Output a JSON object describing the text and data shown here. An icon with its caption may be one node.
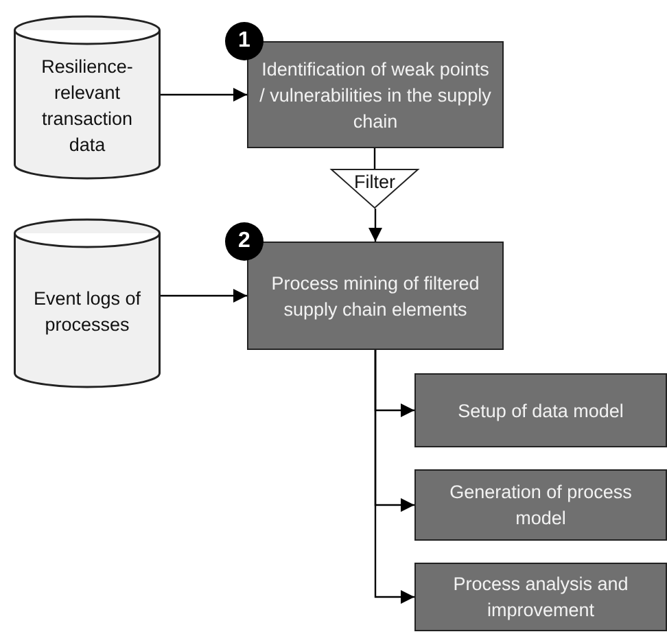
{
  "diagram": {
    "nodes": [
      {
        "text": [
          "Resilience-relevant transaction data"
        ]
      },
      {
        "text": [
          "Identification of weak points / vulnerabilities in the supply chain"
        ]
      },
      {
        "text": [
          "Filter"
        ]
      },
      {
        "text": [
          "Event logs of processes"
        ]
      },
      {
        "text": [
          "Process mining of filtered supply chain elements"
        ]
      },
      {
        "text": [
          "Setup of data model"
        ]
      },
      {
        "text": [
          "Generation of process model"
        ]
      },
      {
        "text": [
          "Process analysis and improvement"
        ]
      }
    ],
    "edges": [
      {
        "from": 0,
        "to": 1,
        "arrow": "to"
      },
      {
        "from": 1,
        "to": 2,
        "arrow": "none"
      },
      {
        "from": 2,
        "to": 4,
        "arrow": "to"
      },
      {
        "from": 3,
        "to": 4,
        "arrow": "to"
      },
      {
        "from": 4,
        "to": 5,
        "arrow": "to"
      },
      {
        "from": 4,
        "to": 6,
        "arrow": "to"
      },
      {
        "from": 4,
        "to": 7,
        "arrow": "to"
      }
    ],
    "labels": [
      "1",
      "2"
    ]
  }
}
